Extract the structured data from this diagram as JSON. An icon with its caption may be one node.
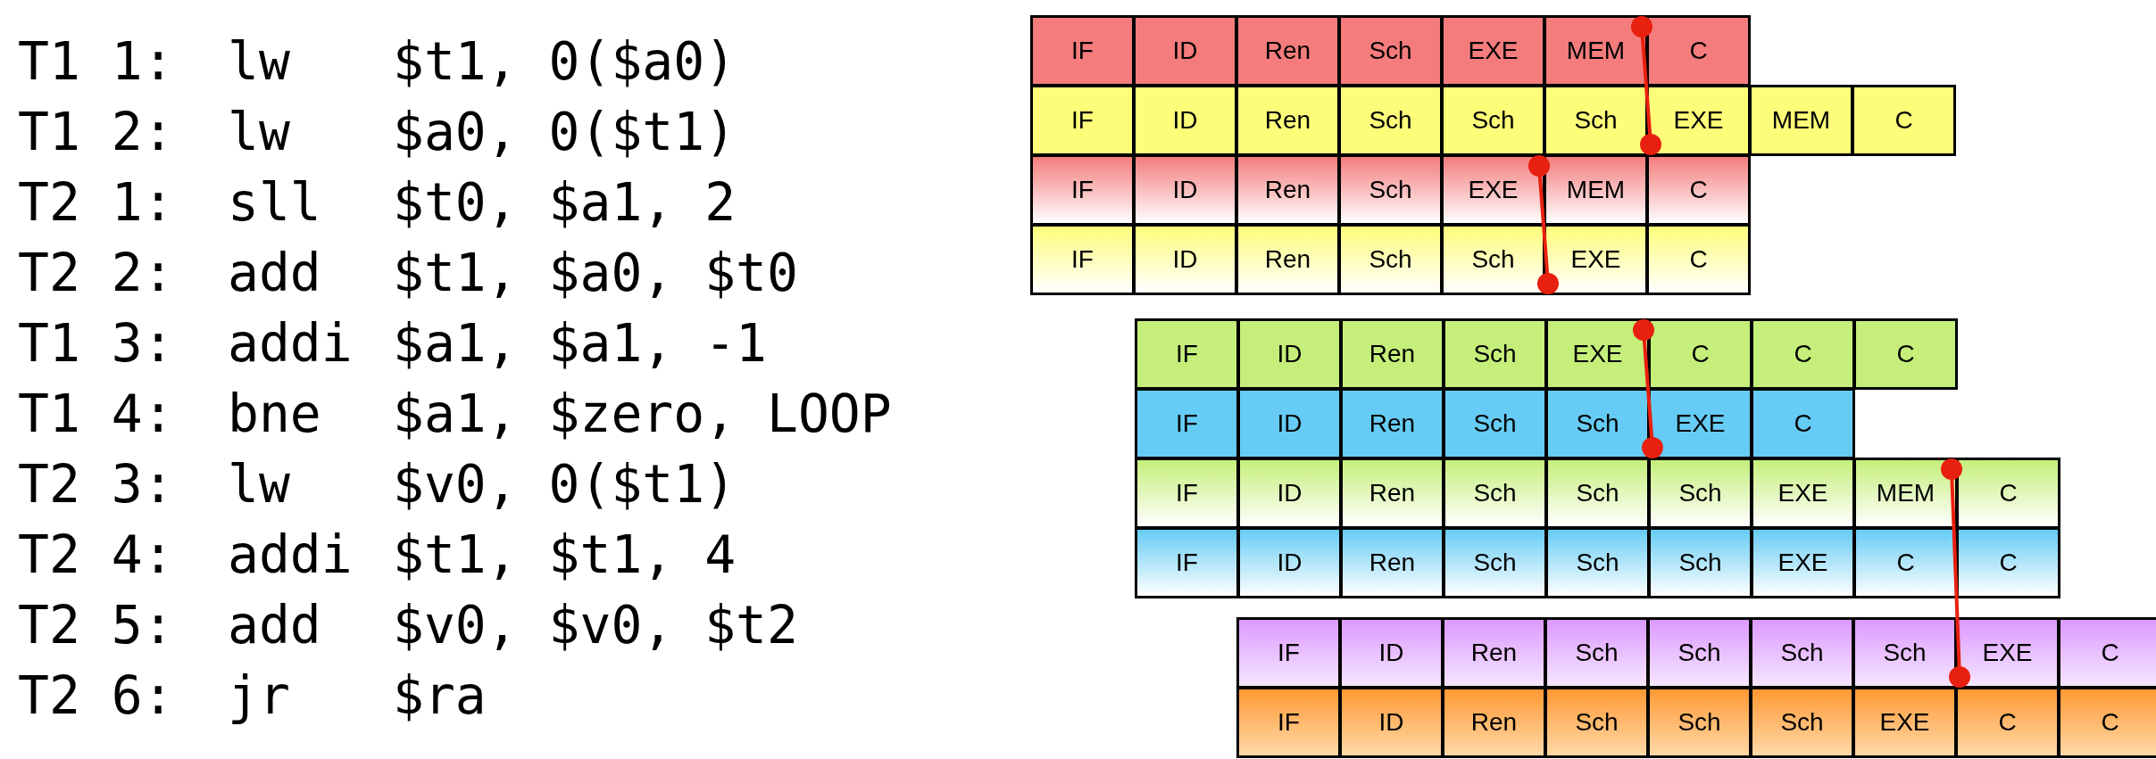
{
  "diagram": {
    "nodes": [
      {
        "text": [
          "IF"
        ]
      },
      {
        "text": [
          "ID"
        ]
      },
      {
        "text": [
          "Ren"
        ]
      },
      {
        "text": [
          "Sch"
        ]
      },
      {
        "text": [
          "EXE"
        ]
      },
      {
        "text": [
          "MEM"
        ]
      },
      {
        "text": [
          "C"
        ]
      },
      {
        "text": [
          "IF"
        ]
      },
      {
        "text": [
          "ID"
        ]
      },
      {
        "text": [
          "Ren"
        ]
      },
      {
        "text": [
          "Sch"
        ]
      },
      {
        "text": [
          "Sch"
        ]
      },
      {
        "text": [
          "Sch"
        ]
      },
      {
        "text": [
          "EXE"
        ]
      },
      {
        "text": [
          "MEM"
        ]
      },
      {
        "text": [
          "C"
        ]
      },
      {
        "text": [
          "IF"
        ]
      },
      {
        "text": [
          "ID"
        ]
      },
      {
        "text": [
          "Ren"
        ]
      },
      {
        "text": [
          "Sch"
        ]
      },
      {
        "text": [
          "EXE"
        ]
      },
      {
        "text": [
          "MEM"
        ]
      },
      {
        "text": [
          "C"
        ]
      },
      {
        "text": [
          "IF"
        ]
      },
      {
        "text": [
          "ID"
        ]
      },
      {
        "text": [
          "Ren"
        ]
      },
      {
        "text": [
          "Sch"
        ]
      },
      {
        "text": [
          "Sch"
        ]
      },
      {
        "text": [
          "EXE"
        ]
      },
      {
        "text": [
          "C"
        ]
      },
      {
        "text": [
          "IF"
        ]
      },
      {
        "text": [
          "ID"
        ]
      },
      {
        "text": [
          "Ren"
        ]
      },
      {
        "text": [
          "Sch"
        ]
      },
      {
        "text": [
          "EXE"
        ]
      },
      {
        "text": [
          "C"
        ]
      },
      {
        "text": [
          "C"
        ]
      },
      {
        "text": [
          "C"
        ]
      },
      {
        "text": [
          "IF"
        ]
      },
      {
        "text": [
          "ID"
        ]
      },
      {
        "text": [
          "Ren"
        ]
      },
      {
        "text": [
          "Sch"
        ]
      },
      {
        "text": [
          "Sch"
        ]
      },
      {
        "text": [
          "EXE"
        ]
      },
      {
        "text": [
          "C"
        ]
      },
      {
        "text": [
          "IF"
        ]
      },
      {
        "text": [
          "ID"
        ]
      },
      {
        "text": [
          "Ren"
        ]
      },
      {
        "text": [
          "Sch"
        ]
      },
      {
        "text": [
          "Sch"
        ]
      },
      {
        "text": [
          "Sch"
        ]
      },
      {
        "text": [
          "EXE"
        ]
      },
      {
        "text": [
          "MEM"
        ]
      },
      {
        "text": [
          "C"
        ]
      },
      {
        "text": [
          "IF"
        ]
      },
      {
        "text": [
          "ID"
        ]
      },
      {
        "text": [
          "Ren"
        ]
      },
      {
        "text": [
          "Sch"
        ]
      },
      {
        "text": [
          "Sch"
        ]
      },
      {
        "text": [
          "Sch"
        ]
      },
      {
        "text": [
          "EXE"
        ]
      },
      {
        "text": [
          "C"
        ]
      },
      {
        "text": [
          "C"
        ]
      },
      {
        "text": [
          "IF"
        ]
      },
      {
        "text": [
          "ID"
        ]
      },
      {
        "text": [
          "Ren"
        ]
      },
      {
        "text": [
          "Sch"
        ]
      },
      {
        "text": [
          "Sch"
        ]
      },
      {
        "text": [
          "Sch"
        ]
      },
      {
        "text": [
          "Sch"
        ]
      },
      {
        "text": [
          "EXE"
        ]
      },
      {
        "text": [
          "C"
        ]
      },
      {
        "text": [
          "IF"
        ]
      },
      {
        "text": [
          "ID"
        ]
      },
      {
        "text": [
          "Ren"
        ]
      },
      {
        "text": [
          "Sch"
        ]
      },
      {
        "text": [
          "Sch"
        ]
      },
      {
        "text": [
          "Sch"
        ]
      },
      {
        "text": [
          "EXE"
        ]
      },
      {
        "text": [
          "C"
        ]
      },
      {
        "text": [
          "C"
        ]
      }
    ],
    "edges": [
      {
        "from": 5,
        "to": 13,
        "arrow": "other"
      },
      {
        "from": 20,
        "to": 28,
        "arrow": "other"
      },
      {
        "from": 34,
        "to": 43,
        "arrow": "other"
      },
      {
        "from": 52,
        "to": 70,
        "arrow": "other"
      }
    ],
    "labels": [
      "T1 1:",
      "lw",
      "$t1, 0($a0)",
      "T1 2:",
      "lw",
      "$a0, 0($t1)",
      "T2 1:",
      "sll",
      "$t0, $a1, 2",
      "T2 2:",
      "add",
      "$t1, $a0, $t0",
      "T1 3:",
      "addi",
      "$a1, $a1, -1",
      "T1 4:",
      "bne",
      "$a1, $zero, LOOP",
      "T2 3:",
      "lw",
      "$v0, 0($t1)",
      "T2 4:",
      "addi",
      "$t1, $t1, 4",
      "T2 5:",
      "add",
      "$v0, $v0, $t2",
      "T2 6:",
      "jr",
      "$ra"
    ]
  }
}
